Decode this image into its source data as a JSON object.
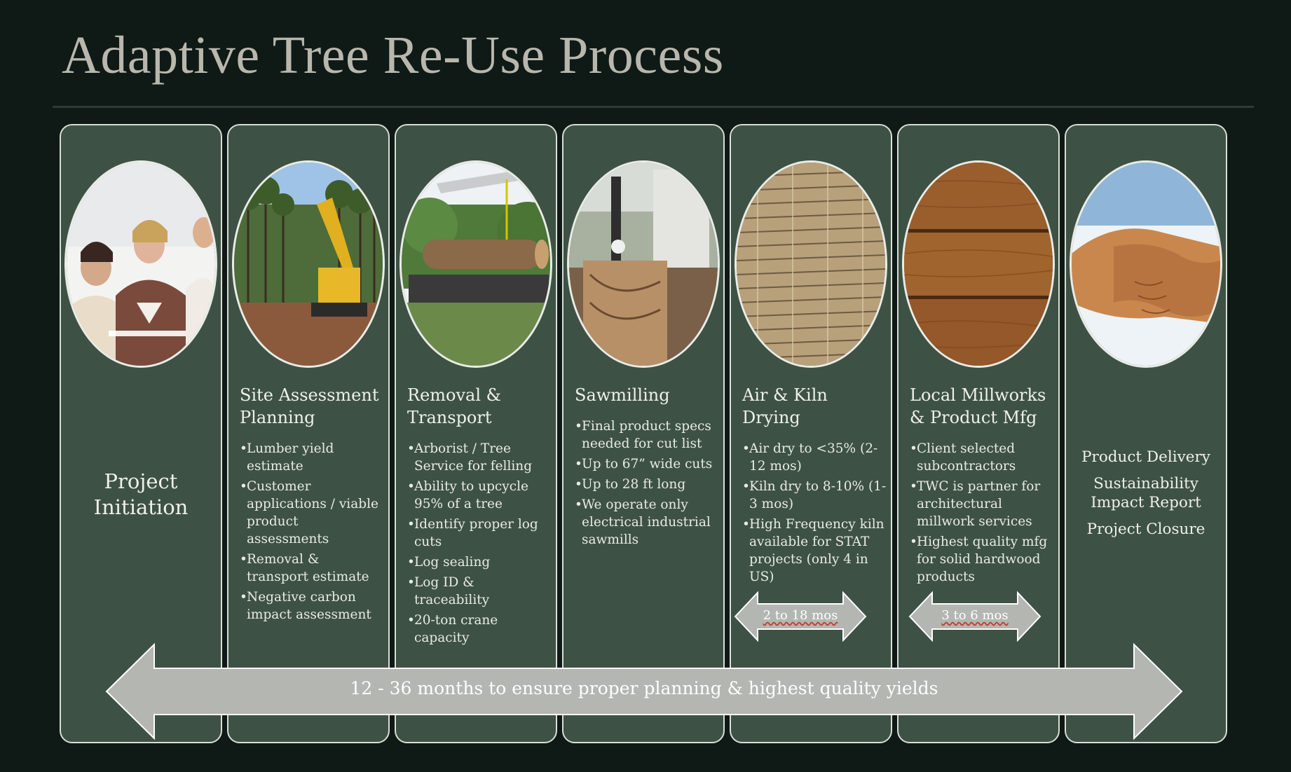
{
  "title": "Adaptive Tree Re-Use Process",
  "steps": [
    {
      "heading": [
        "Project",
        "Initiation"
      ],
      "bullets": [],
      "photo": "business-meeting-photo"
    },
    {
      "heading": [
        "Site Assessment",
        "Planning"
      ],
      "bullets": [
        "Lumber yield estimate",
        "Customer applications / viable product assessments",
        "Removal & transport estimate",
        "Negative carbon impact assessment"
      ],
      "photo": "excavator-forest-photo"
    },
    {
      "heading": [
        "Removal &",
        "Transport"
      ],
      "bullets": [
        "Arborist / Tree Service for felling",
        "Ability to upcycle 95% of a tree",
        "Identify proper log cuts",
        "Log sealing",
        "Log ID & traceability",
        "20-ton crane capacity"
      ],
      "photo": "crane-log-photo"
    },
    {
      "heading": [
        "Sawmilling"
      ],
      "bullets": [
        "Final product specs needed for cut list",
        "Up to 67” wide cuts",
        "Up to 28 ft long",
        "We operate only electrical industrial sawmills"
      ],
      "photo": "sawmill-photo"
    },
    {
      "heading": [
        "Air & Kiln",
        "Drying"
      ],
      "bullets": [
        "Air dry to <35% (2-12 mos)",
        "Kiln dry to 8-10% (1-3 mos)",
        "High Frequency kiln available for STAT projects (only 4 in US)"
      ],
      "duration": "2 to 18 mos",
      "photo": "stacked-lumber-photo"
    },
    {
      "heading": [
        "Local Millworks",
        "& Product Mfg"
      ],
      "bullets": [
        "Client selected subcontractors",
        "TWC is partner for architectural millwork services",
        "Highest quality mfg for solid hardwood products"
      ],
      "duration": "3 to 6 mos",
      "photo": "wood-panel-photo"
    },
    {
      "heading": [],
      "bullets": [],
      "lines": [
        "Product Delivery",
        "Sustainability Impact Report",
        "Project Closure"
      ],
      "photo": "handshake-photo"
    }
  ],
  "timeline": "12 - 36 months to ensure proper planning & highest quality yields",
  "colors": {
    "background": "#0f1a17",
    "panel": "#3e5145",
    "panel_border": "#d9ddd6",
    "arrow": "#b3b6b1",
    "title": "#b9b7ad"
  }
}
